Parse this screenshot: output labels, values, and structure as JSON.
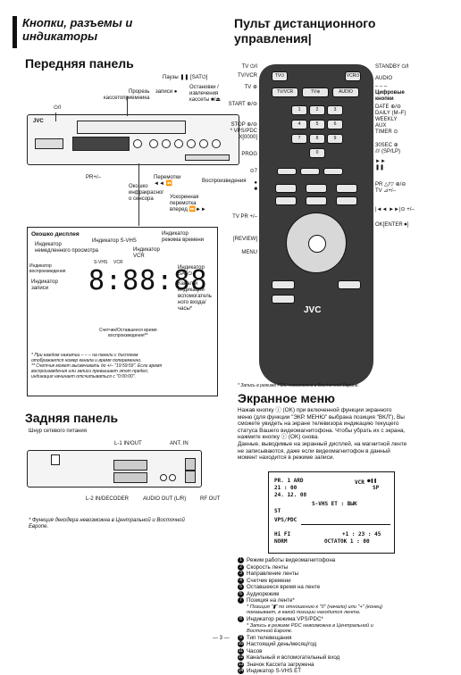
{
  "left_heading": [
    "Кнопки, разъемы и",
    "индикаторы"
  ],
  "right_heading": [
    "Пульт дистанционного",
    "управления|"
  ],
  "front_panel": {
    "title": "Передняя панель",
    "labels": {
      "cassette_slot": [
        "Прорезь",
        "кассетоприемника"
      ],
      "pause": "Паузы ❚❚ [SAT⏻]",
      "record": "записи ●",
      "stop_eject": [
        "Остановки /",
        "извлечения",
        "кассеты ■/⏏"
      ],
      "power": "⏻/I",
      "pr": "PR+/–",
      "ir_window": [
        "Окошко",
        "инфракрасног",
        "о сенсора"
      ],
      "rewind": [
        "Перемотки",
        "◄◄ ⏪"
      ],
      "play": "Воспроизведения",
      "ffwd": [
        "Ускоренная",
        "перемотка",
        "вперед ⏩►►"
      ],
      "brand": "JVC"
    }
  },
  "display_window": {
    "title": "Окошко дисплея",
    "labels": {
      "instant_view": [
        "Индикатор",
        "немедленного просмотра"
      ],
      "svhs": "Индикатор S-VHS",
      "timer_mode": [
        "Индикатор",
        "режима времени"
      ],
      "vcr": [
        "Индикатор",
        "VCR"
      ],
      "playback": [
        "Индикатор",
        "воспроизведения"
      ],
      "record": [
        "Индикатор",
        "записи"
      ],
      "sat": [
        "Индикатор",
        "SAT⏻"
      ],
      "channel": [
        "Канал и",
        "индикации",
        "вспомогатель",
        "ного входа/",
        "часы*"
      ],
      "counter": [
        "Счетчик/Оставшееся время",
        "воспроизведения**"
      ],
      "digits": "8:88:88",
      "small_vcr": "VCR",
      "small_svhs": "S-VHS"
    },
    "notes": [
      "*  При каждом нажатии – – – на панели с дисплеем",
      "   отображается номер канала и время попеременно.",
      "** Счетчик может высвечивать до +/– \"19:59:59\". Если время",
      "   воспроизведения или записи превышает этот предел,",
      "   индикация начинает отсчитываться с \"0:00:00\"."
    ]
  },
  "rear_panel": {
    "title": "Задняя панель",
    "labels": {
      "power_cord": "Шнур сетевого питания",
      "l1": "L-1 IN/OUT",
      "ant_in": "ANT. IN",
      "l2": "L-2 IN/DECODER",
      "audio_out": "AUDIO OUT (L/R)",
      "rf_out": "RF OUT"
    },
    "note": [
      "*  Функция декодера невозможна в Центральной и Восточной",
      "   Европе."
    ]
  },
  "remote": {
    "left_labels": [
      "TV ⏻/I",
      "TV/VCR",
      "TV ⊕",
      "START ⊕/⊖",
      "STOP ⊕/⊖",
      "* VPS/PDC",
      "X[0000]",
      "PROG",
      "⊙7",
      "●",
      "■",
      "TV PR +/–",
      "[REVIEW]",
      "MENU"
    ],
    "right_labels": [
      "STANDBY ⏻/I",
      "AUDIO",
      "– – –",
      "Цифровые",
      "кнопки",
      "DATE ⊕/⊖",
      "DAILY (M–F)",
      "WEEKLY",
      "AUX",
      "TIMER ⊙",
      "30SEC ⊕",
      "⫽⫽ (SP/LP)",
      "►►",
      "❚❚",
      "PR △/▽ ⊕/⊖",
      "TV ⊿+/–",
      "|◄◄ ►►|⊙ +/–",
      "OK[ENTER ⏺]"
    ],
    "keys": [
      "1",
      "2",
      "3",
      "4",
      "5",
      "6",
      "7",
      "8",
      "9",
      "0"
    ],
    "top_keys": [
      "TV⏻",
      "VCR⏻",
      "TV/VCR",
      "TV⊕",
      "AUDIO"
    ],
    "brand": "JVC",
    "note": "*  Запись в режиме PDC невозможна в Восточной Европе."
  },
  "osd_menu": {
    "title": "Экранное меню",
    "paragraphs": [
      "Нажав кнопку ⓘ (OK) при включенной функции экранного",
      "меню (для функции \"ЭКР. МЕНЮ\" выбрана позиция \"ВКЛ\"), Вы",
      "сможете увидеть на экране телевизора индикацию текущего",
      "статуса Вашего видеомагнитофона. Чтобы убрать их с экрана,",
      "нажмите кнопку ⓘ (OK) снова.",
      "Данные, выводимые на экранный дисплей, на магнитной ленте",
      "не записываются, даже если видеомагнитофон в данный",
      "момент находится в режиме записи."
    ],
    "screen": {
      "pr": "PR. 1 ARD",
      "time": "21 : 00",
      "date": "24. 12. 08",
      "svhs": "S-VHS ET : BЫК",
      "st": "ST",
      "vpspdc": "VPS/PDC",
      "hifi": "Hi FI",
      "norm": "NORM",
      "counter": "+1 : 23 : 45",
      "ostatok": "ОСТАТОК   1 : 00",
      "sp": "SP",
      "vcr": "VCR",
      "pause": "●❚❚"
    },
    "items": [
      {
        "n": "1",
        "text": "Режим работы видеомагнитофона"
      },
      {
        "n": "2",
        "text": "Скорость ленты"
      },
      {
        "n": "3",
        "text": "Направление ленты"
      },
      {
        "n": "4",
        "text": "Счетчик времени"
      },
      {
        "n": "5",
        "text": "Оставшееся время на ленте"
      },
      {
        "n": "6",
        "text": "Аудиорежим"
      },
      {
        "n": "7",
        "text": "Позиция на ленте*"
      },
      {
        "n": "",
        "text": "*  Позиция \"▮\" по отношению к \"0\" (начало) или \"+\" (конец)"
      },
      {
        "n": "",
        "text": "   показывает, в какой позиции находится лента."
      },
      {
        "n": "8",
        "text": "Индикатор режима VPS/PDC*"
      },
      {
        "n": "",
        "text": "*  Запись в режиме PDC невозможна в Центральной и"
      },
      {
        "n": "",
        "text": "   Восточной Европе."
      },
      {
        "n": "9",
        "text": "Тип телевещания"
      },
      {
        "n": "10",
        "text": "Настоящий день/месяц/год"
      },
      {
        "n": "11",
        "text": "Часов"
      },
      {
        "n": "12",
        "text": "Канальный и вспомогательный вход"
      },
      {
        "n": "13",
        "text": "Значок Кассета загружена"
      },
      {
        "n": "14",
        "text": "Индикатор S-VHS ET"
      }
    ]
  },
  "page_number": "— 3 —"
}
